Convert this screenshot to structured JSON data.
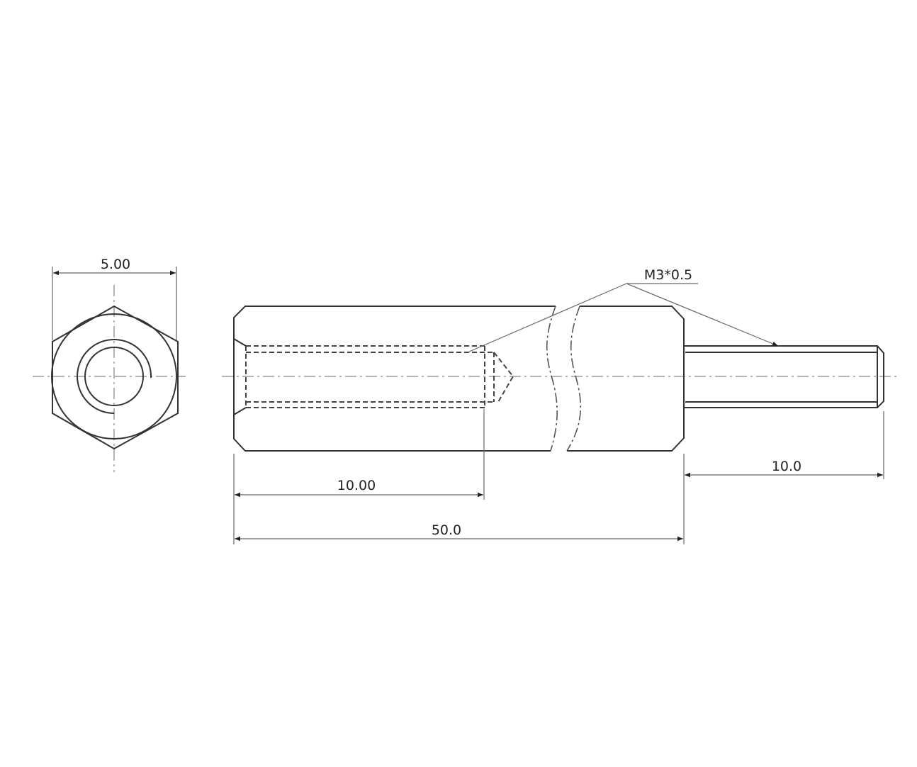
{
  "dimensions": {
    "hex_width": "5.00",
    "thread_depth": "10.00",
    "overall_length": "50.0",
    "stud_length": "10.0"
  },
  "callouts": {
    "thread_spec": "M3*0.5"
  }
}
